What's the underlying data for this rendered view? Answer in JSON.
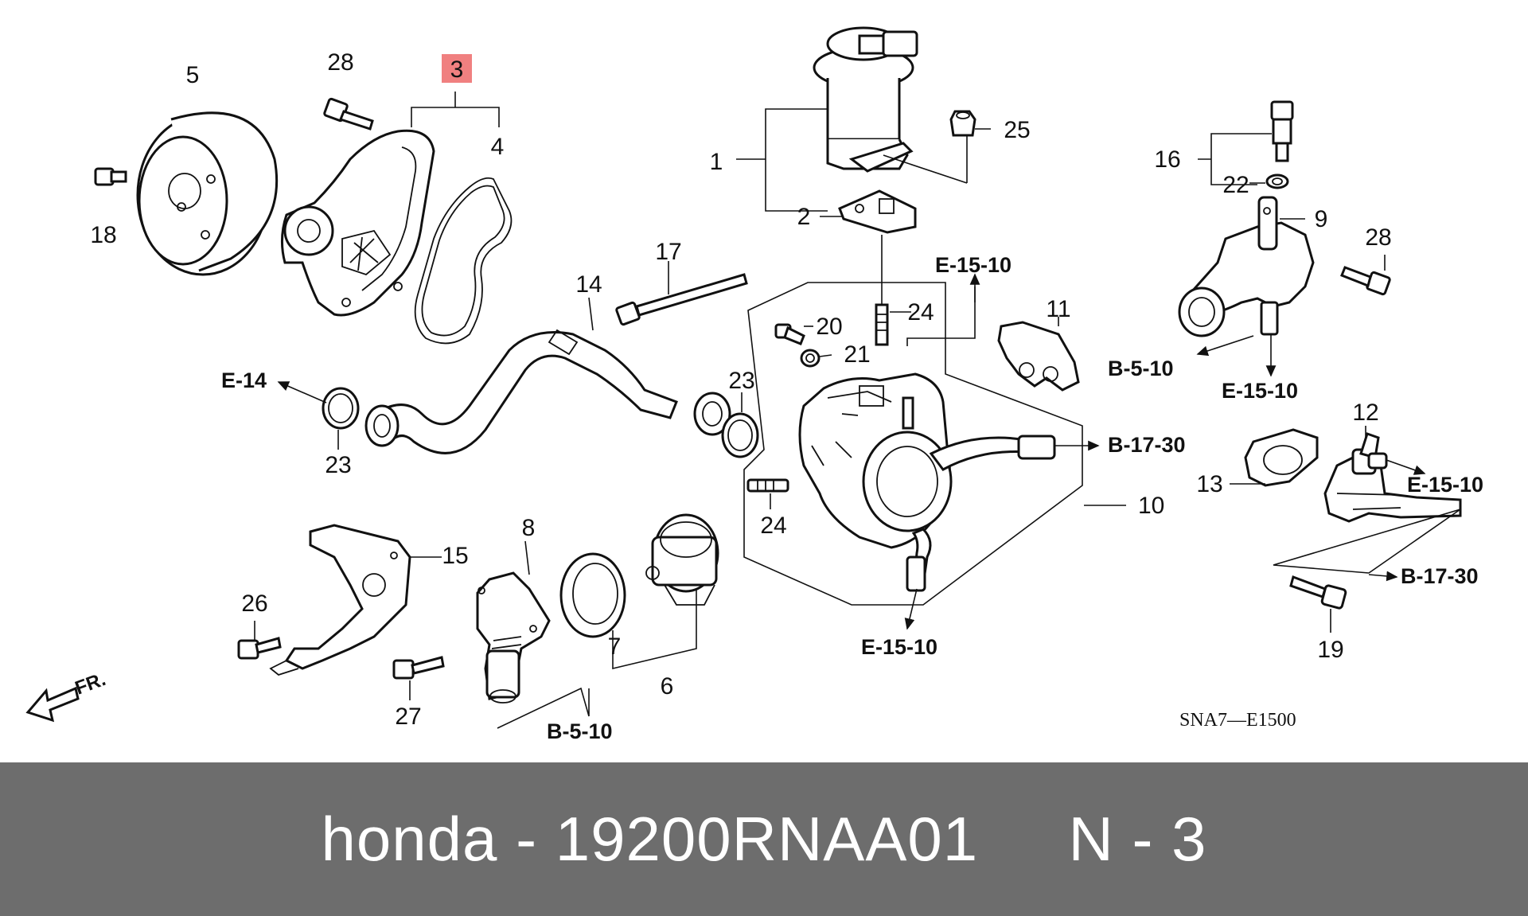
{
  "diagram": {
    "code": "SNA7—E1500",
    "direction_label": "FR.",
    "highlight_color": "#f08080",
    "callouts": {
      "c1": "1",
      "c2": "2",
      "c3": "3",
      "c4": "4",
      "c5": "5",
      "c6": "6",
      "c7": "7",
      "c8": "8",
      "c9": "9",
      "c10": "10",
      "c11": "11",
      "c12": "12",
      "c13": "13",
      "c14": "14",
      "c15": "15",
      "c16": "16",
      "c17": "17",
      "c18": "18",
      "c19": "19",
      "c20": "20",
      "c21": "21",
      "c22": "22",
      "c23a": "23",
      "c23b": "23",
      "c24a": "24",
      "c24b": "24",
      "c25": "25",
      "c26": "26",
      "c27": "27",
      "c28a": "28",
      "c28b": "28"
    },
    "references": {
      "e14": "E-14",
      "e1510_top": "E-15-10",
      "e1510_right": "E-15-10",
      "e1510_right2": "E-15-10",
      "e1510_bottom": "E-15-10",
      "b1730_mid": "B-17-30",
      "b1730_right": "B-17-30",
      "b510_right": "B-5-10",
      "b510_bottom": "B-5-10"
    }
  },
  "footer": {
    "text": "honda - 19200RNAA01     N - 3",
    "background": "#6d6d6d"
  }
}
